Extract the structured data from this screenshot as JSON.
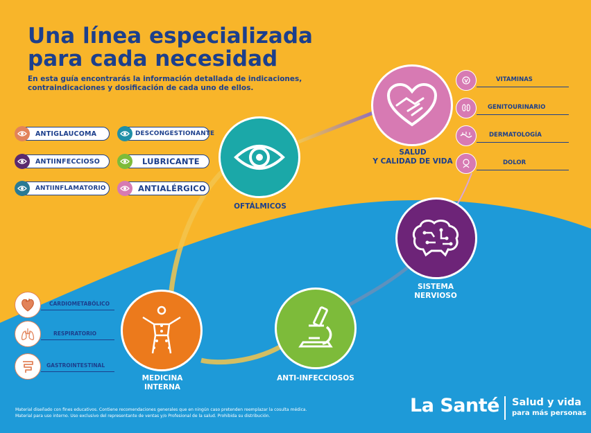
{
  "header": {
    "title_line1": "Una línea especializada",
    "title_line2": "para cada necesidad",
    "subtitle_line1": "En esta guía encontrarás la información detallada de indicaciones,",
    "subtitle_line2": "contraindicaciones y dosificación de cada uno de ellos."
  },
  "ophthalmic_items": [
    {
      "label": "ANTIGLAUCOMA",
      "color": "#e2835a"
    },
    {
      "label": "ANTIINFECCIOSO",
      "color": "#5a2a6e"
    },
    {
      "label": "ANTIINFLAMATORIO",
      "color": "#2a7a94"
    },
    {
      "label": "DESCONGESTIONANTE",
      "color": "#1f8fa7"
    },
    {
      "label": "LUBRICANTE",
      "color": "#7dbb3a"
    },
    {
      "label": "ANTIALÉRGICO",
      "color": "#d77ab3"
    }
  ],
  "categories": {
    "oftalmicos": "OFTÁLMICOS",
    "salud_line1": "SALUD",
    "salud_line2": "Y CALIDAD DE VIDA",
    "sistema_line1": "SISTEMA",
    "sistema_line2": "NERVIOSO",
    "anti": "ANTI-INFECCIOSOS",
    "medicina_line1": "MEDICINA",
    "medicina_line2": "INTERNA"
  },
  "salud_items": [
    "VITAMINAS",
    "GENITOURINARIO",
    "DERMATOLOGÍA",
    "DOLOR"
  ],
  "medicina_items": [
    "CARDIOMETABÓLICO",
    "RESPIRATORIO",
    "GASTROINTESTINAL"
  ],
  "footer": {
    "line1": "Material diseñado con fines educativos. Contiene recomendaciones generales que en ningún caso pretenden reemplazar la cosulta médica.",
    "line2": "Material para uso interno. Uso exclusivo del representante de ventas y/o Profesional de la salud. Prohibida su distribución."
  },
  "brand": {
    "name": "La Santé",
    "slogan_line1": "Salud y vida",
    "slogan_line2": "para más personas"
  },
  "colors": {
    "yellow": "#f8b52a",
    "blue": "#1e9ad8",
    "navy": "#1c3f8c",
    "teal": "#1ba8a8",
    "pink": "#d77ab3",
    "purple": "#6d2478",
    "green": "#7dbb3a",
    "orange": "#ec7a1c"
  }
}
